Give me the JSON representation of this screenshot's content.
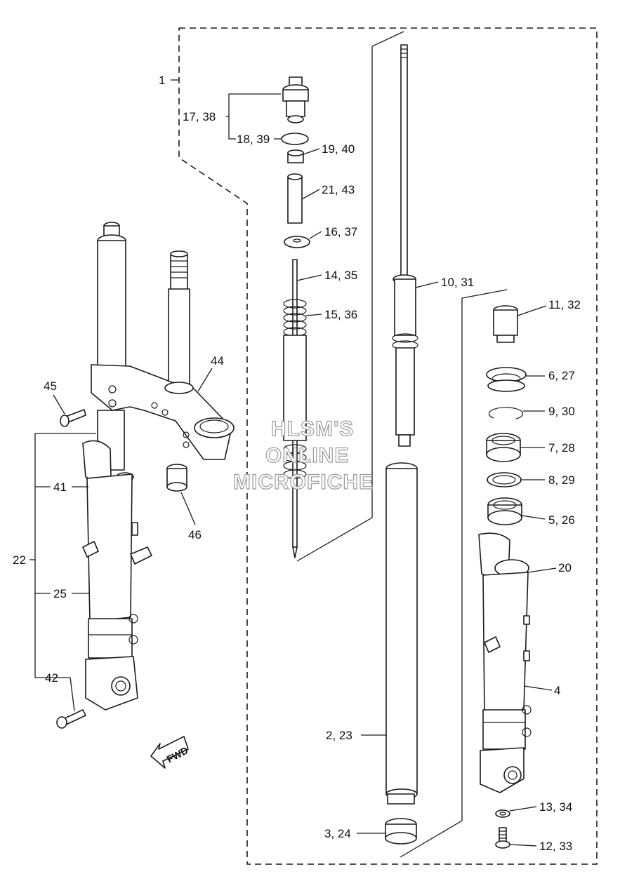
{
  "callouts": {
    "c1": "1",
    "c17": "17, 38",
    "c18": "18, 39",
    "c19": "19, 40",
    "c21": "21, 43",
    "c16": "16, 37",
    "c14": "14, 35",
    "c15": "15, 36",
    "c10": "10, 31",
    "c11": "11, 32",
    "c6": "6, 27",
    "c9": "9, 30",
    "c7": "7, 28",
    "c8": "8, 29",
    "c5": "5, 26",
    "c20": "20",
    "c4": "4",
    "c2": "2, 23",
    "c3": "3, 24",
    "c13": "13, 34",
    "c12": "12, 33",
    "c44": "44",
    "c45": "45",
    "c46": "46",
    "c41": "41",
    "c22": "22",
    "c25": "25",
    "c42": "42"
  },
  "watermark": {
    "line1": "HLSM'S",
    "line2": "ONLINE",
    "line3": "MICROFICHE"
  },
  "fwd_label": "FWD"
}
